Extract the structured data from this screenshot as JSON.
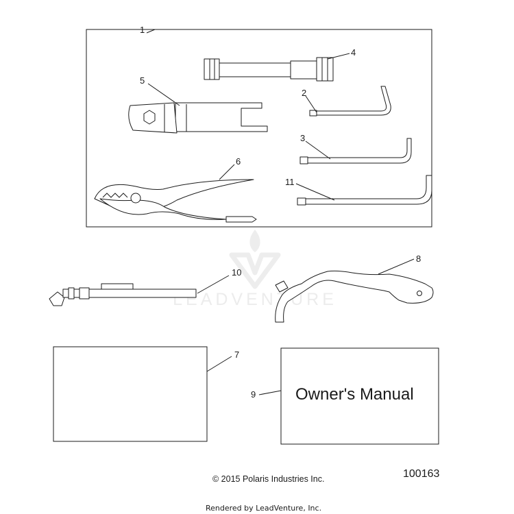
{
  "watermark": {
    "text": "LEADVENTURE"
  },
  "callouts": [
    {
      "id": "c1",
      "label": "1"
    },
    {
      "id": "c2",
      "label": "2"
    },
    {
      "id": "c3",
      "label": "3"
    },
    {
      "id": "c4",
      "label": "4"
    },
    {
      "id": "c5",
      "label": "5"
    },
    {
      "id": "c6",
      "label": "6"
    },
    {
      "id": "c7",
      "label": "7"
    },
    {
      "id": "c8",
      "label": "8"
    },
    {
      "id": "c9",
      "label": "9"
    },
    {
      "id": "c10",
      "label": "10"
    },
    {
      "id": "c11",
      "label": "11"
    }
  ],
  "owners_manual": {
    "label": "Owner's Manual"
  },
  "footer": {
    "copyright": "© 2015 Polaris Industries Inc.",
    "drawing_number": "100163",
    "rendered_by": "Rendered by LeadVenture, Inc."
  }
}
